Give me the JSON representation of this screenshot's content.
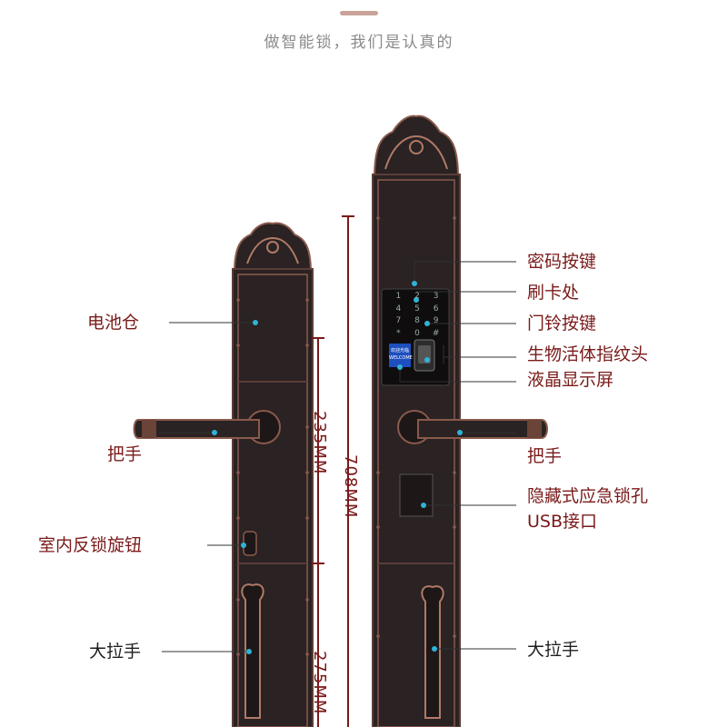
{
  "header": {
    "subtitle": "做智能锁，我们是认真的",
    "accent_color": "#c9a39a"
  },
  "colors": {
    "label_red": "#7a1a1a",
    "label_dark": "#1e1e1e",
    "leader_line": "#333333",
    "dot": "#2fb3d6",
    "lock_body": "#2a2223",
    "lock_trim": "#8a5a4c"
  },
  "labels_left": {
    "battery": "电池仓",
    "handle": "把手",
    "knob": "室内反锁旋钮",
    "pull": "大拉手"
  },
  "labels_right": {
    "keypad": "密码按键",
    "card": "刷卡处",
    "doorbell": "门铃按键",
    "fingerprint": "生物活体指纹头",
    "lcd": "液晶显示屏",
    "handle": "把手",
    "keyhole": "隐藏式应急锁孔",
    "usb": "USB接口",
    "pull": "大拉手"
  },
  "dimensions": {
    "small_top": "235MM",
    "total": "708MM",
    "small_bottom": "275MM"
  },
  "keypad": {
    "keys": [
      "1",
      "2",
      "3",
      "4",
      "5",
      "6",
      "7",
      "8",
      "9",
      "*",
      "0",
      "#"
    ],
    "screen_text_1": "欢迎光临",
    "screen_text_2": "WELCOME"
  }
}
